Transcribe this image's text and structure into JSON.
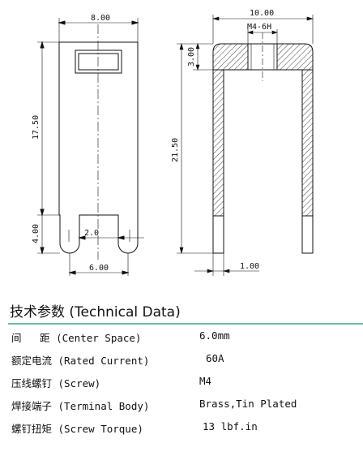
{
  "dimensions": {
    "top_width": "8.00",
    "side_width": "10.00",
    "thread": "M4-6H",
    "block_height": "3.00",
    "body_length": "17.50",
    "total_height": "21.50",
    "slot_length": "4.00",
    "slot_width": "2.0",
    "bottom_width": "6.00",
    "thickness": "1.00"
  },
  "spec": {
    "title": "技术参数 (Technical Data)",
    "rows": [
      {
        "label": "间   距 (Center Space)",
        "value": "6.0mm"
      },
      {
        "label": "额定电流 (Rated Current)",
        "value": "60A"
      },
      {
        "label": "压线螺钉 (Screw)",
        "value": "M4"
      },
      {
        "label": "焊接端子 (Terminal Body)",
        "value": "Brass,Tin Plated"
      },
      {
        "label": "螺钉扭矩 (Screw Torque)",
        "value": "13 lbf.in"
      }
    ]
  },
  "colors": {
    "line": "#111111",
    "rule": "#6fb9a7",
    "tin_fill": "#c8c8c8"
  }
}
